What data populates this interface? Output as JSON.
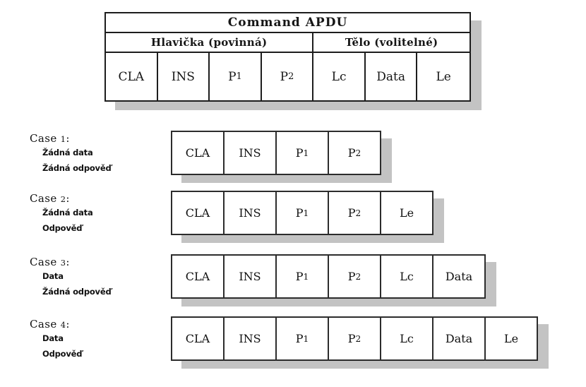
{
  "apdu_table": {
    "title": "Command APDU",
    "groups": [
      {
        "label": "Hlavička (povinná)",
        "span": 4
      },
      {
        "label": "Tělo (volitelné)",
        "span": 3
      }
    ],
    "fields": [
      "CLA",
      "INS",
      "P1",
      "P2",
      "Lc",
      "Data",
      "Le"
    ]
  },
  "cases": [
    {
      "title": "Case 1:",
      "lines": [
        "Žádná data",
        "Žádná odpověď"
      ],
      "fields": [
        "CLA",
        "INS",
        "P1",
        "P2"
      ]
    },
    {
      "title": "Case 2:",
      "lines": [
        "Žádná data",
        "Odpověď"
      ],
      "fields": [
        "CLA",
        "INS",
        "P1",
        "P2",
        "Le"
      ]
    },
    {
      "title": "Case 3:",
      "lines": [
        "Data",
        "Žádná odpověď"
      ],
      "fields": [
        "CLA",
        "INS",
        "P1",
        "P2",
        "Lc",
        "Data"
      ]
    },
    {
      "title": "Case 4:",
      "lines": [
        "Data",
        "Odpověď"
      ],
      "fields": [
        "CLA",
        "INS",
        "P1",
        "P2",
        "Lc",
        "Data",
        "Le"
      ]
    }
  ],
  "colors": {
    "background": "#ffffff",
    "border": "#1d1d1d",
    "shadow": "#c3c3c3",
    "text": "#111111"
  }
}
